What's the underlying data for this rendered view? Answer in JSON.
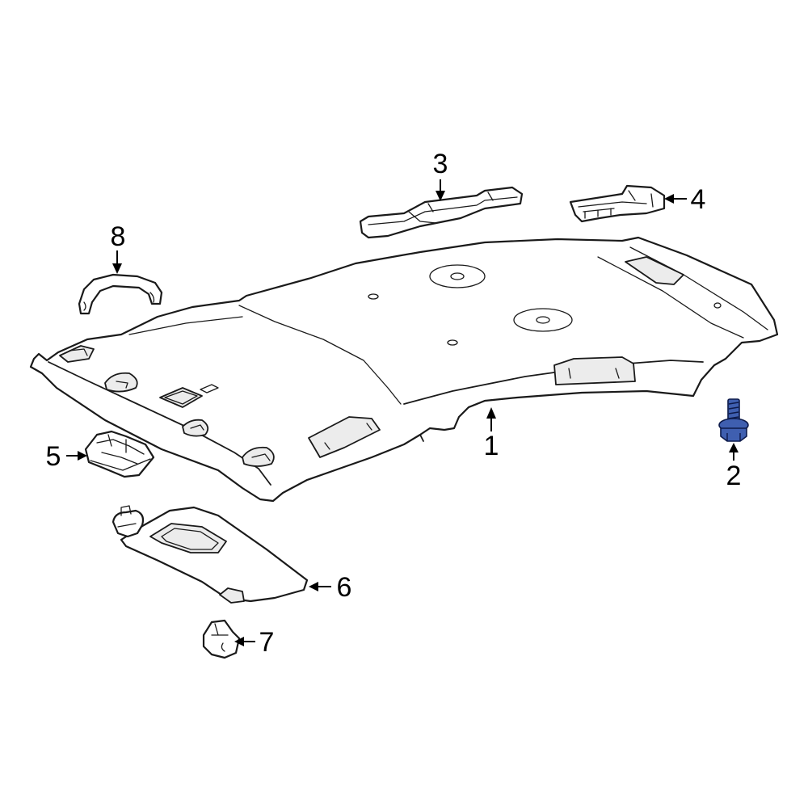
{
  "colors": {
    "line": "#1a1a1a",
    "highlight": "#3f5fb0",
    "background": "#ffffff"
  },
  "parts": [
    {
      "id": "headliner",
      "number": "1"
    },
    {
      "id": "bolt",
      "number": "2",
      "highlighted": true
    },
    {
      "id": "bracket",
      "number": "3"
    },
    {
      "id": "clip",
      "number": "4"
    },
    {
      "id": "dome-lamp",
      "number": "5"
    },
    {
      "id": "sun-visor",
      "number": "6"
    },
    {
      "id": "visor-holder",
      "number": "7"
    },
    {
      "id": "assist-grip",
      "number": "8"
    }
  ]
}
